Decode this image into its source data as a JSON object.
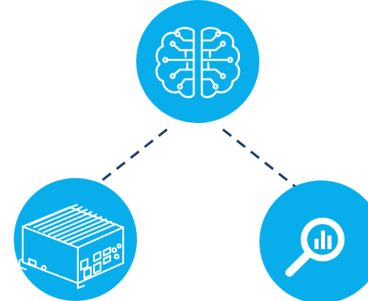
{
  "diagram": {
    "nodes": [
      {
        "id": "ai",
        "icon": "brain-circuit-icon"
      },
      {
        "id": "edge_device",
        "icon": "embedded-box-pc-icon"
      },
      {
        "id": "analytics",
        "icon": "magnifier-bar-chart-icon"
      }
    ],
    "connectors": [
      {
        "from": "ai",
        "to": "edge_device",
        "style": "dashed"
      },
      {
        "from": "ai",
        "to": "analytics",
        "style": "dashed"
      }
    ]
  },
  "colors": {
    "node_fill": "#08AEEC",
    "connector": "#1C3F60",
    "icon_stroke": "#FFFFFF",
    "background": "#FFFFFF"
  }
}
